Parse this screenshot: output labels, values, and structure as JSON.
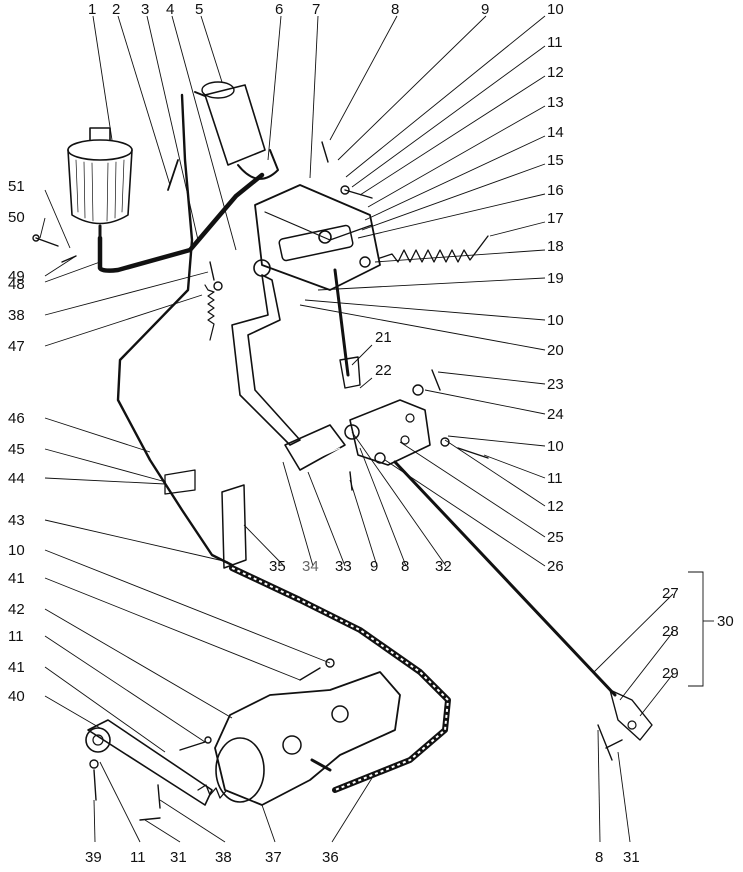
{
  "callouts": {
    "c1": "1",
    "c2": "2",
    "c3": "3",
    "c4": "4",
    "c5": "5",
    "c6": "6",
    "c7": "7",
    "c8": "8",
    "c9": "9",
    "c10": "10",
    "c11": "11",
    "c12": "12",
    "c13": "13",
    "c14": "14",
    "c15": "15",
    "c16": "16",
    "c17": "17",
    "c18": "18",
    "c19": "19",
    "c20": "20",
    "c21": "21",
    "c22": "22",
    "c23": "23",
    "c24": "24",
    "c25": "25",
    "c26": "26",
    "c27": "27",
    "c28": "28",
    "c29": "29",
    "c30": "30",
    "c31": "31",
    "c32": "32",
    "c33": "33",
    "c34": "34",
    "c35": "35",
    "c36": "36",
    "c37": "37",
    "c38": "38",
    "c39": "39",
    "c40": "40",
    "c41": "41",
    "c42": "42",
    "c43": "43",
    "c44": "44",
    "c45": "45",
    "c46": "46",
    "c47": "47",
    "c48": "48",
    "c49": "49",
    "c50": "50",
    "c51": "51"
  },
  "colors": {
    "ink": "#111111",
    "gray_label": "#666666",
    "background": "#ffffff"
  }
}
